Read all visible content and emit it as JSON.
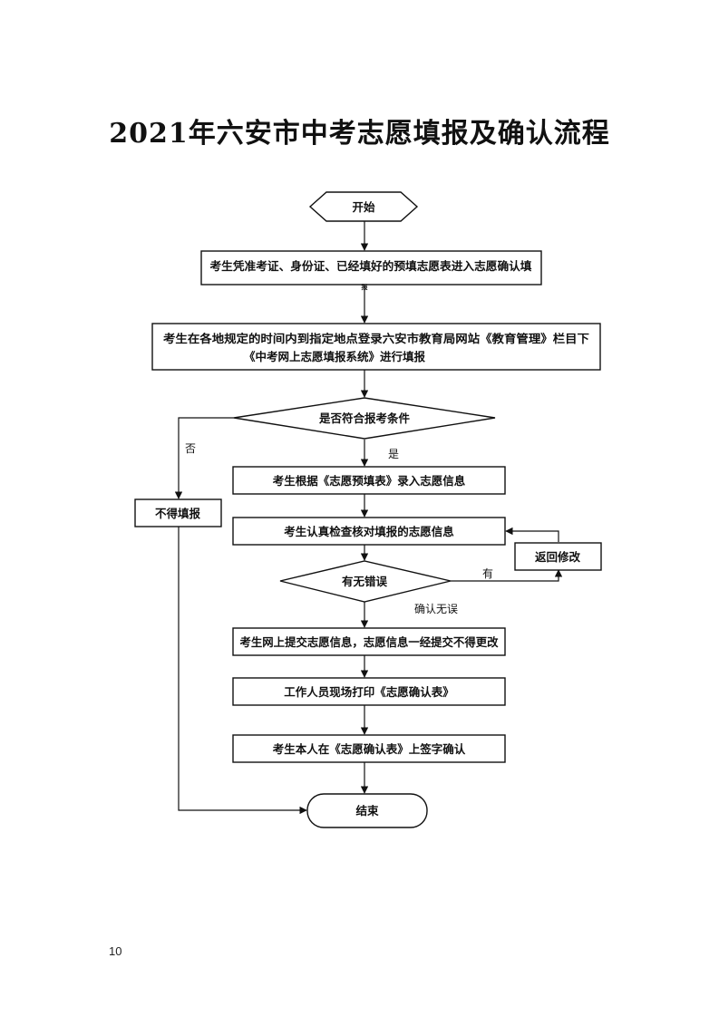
{
  "title": "2021年六安市中考志愿填报及确认流程",
  "page_number": "10",
  "nodes": {
    "start": "开始",
    "step1": "考生凭准考证、身份证、已经填好的预填志愿表进入志愿确认填",
    "step1_wrap": "报",
    "step2_line1": "考生在各地规定的时间内到指定地点登录六安市教育局网站《教育管理》栏目下",
    "step2_line2": "《中考网上志愿填报系统》进行填报",
    "decision1": "是否符合报考条件",
    "reject": "不得填报",
    "step3": "考生根据《志愿预填表》录入志愿信息",
    "step4": "考生认真检查核对填报的志愿信息",
    "revise": "返回修改",
    "decision2": "有无错误",
    "step5": "考生网上提交志愿信息，志愿信息一经提交不得更改",
    "step6": "工作人员现场打印《志愿确认表》",
    "step7": "考生本人在《志愿确认表》上签字确认",
    "end": "结束"
  },
  "edge_labels": {
    "no": "否",
    "yes": "是",
    "has_error": "有",
    "confirmed": "确认无误"
  }
}
